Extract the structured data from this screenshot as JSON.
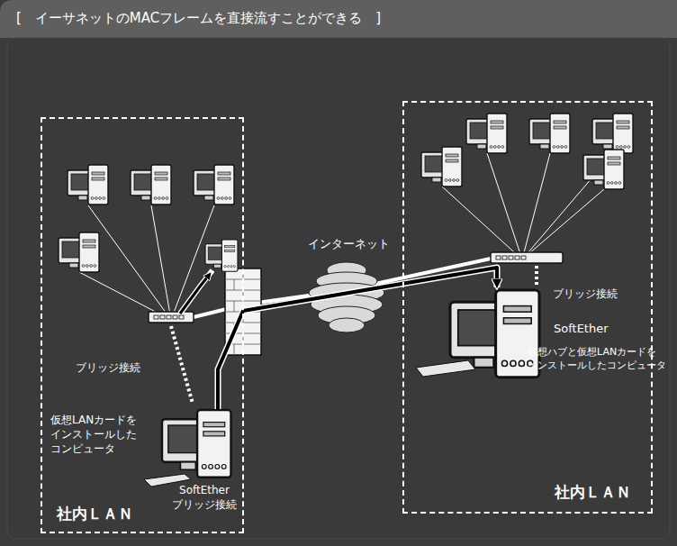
{
  "diagram": {
    "title": "[　イーサネットのMACフレームを直接流すことができる　]",
    "nodes": [
      {
        "text": [
          "社内ＬＡＮ"
        ]
      },
      {
        "text": [
          "SoftEther ブリッジ接続"
        ],
        "in": 0
      },
      {
        "text": [
          "インターネット"
        ]
      },
      {
        "text": [
          "社内ＬＡＮ"
        ]
      },
      {
        "text": [
          "SoftEther"
        ],
        "in": 3
      }
    ],
    "edges": [
      {
        "from": 1,
        "to": 4,
        "arrow": "to"
      }
    ],
    "labels": [
      "ブリッジ接続",
      "仮想LANカードを インストールした コンピュータ",
      "ブリッジ接続",
      "仮想ハブと仮想LANカードを インストールしたコンピュータ"
    ]
  }
}
